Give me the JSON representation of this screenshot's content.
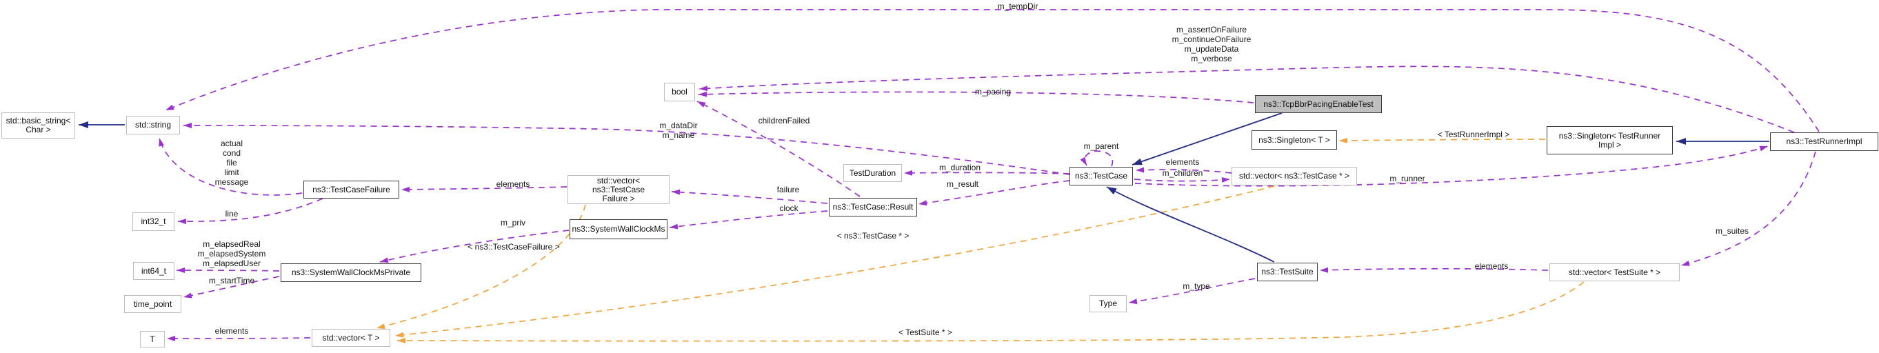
{
  "diagram": {
    "kind": "doxygen-collaboration-graph",
    "highlighted_class": "ns3::TcpBbrPacingEnableTest"
  },
  "colors": {
    "member_edge": "#9a32cd",
    "template_edge": "#efa43d",
    "inheritance_edge": "#252d87",
    "current_node_fill": "#bfbfbf",
    "node_border_documented": "#3d3d3d",
    "node_border_external": "#bcbcbc"
  },
  "nodes": {
    "basic_string": {
      "label": "std::basic_string<\nChar >"
    },
    "std_string": {
      "label": "std::string"
    },
    "bool": {
      "label": "bool"
    },
    "tcpbbr": {
      "label": "ns3::TcpBbrPacingEnableTest"
    },
    "singleton_t": {
      "label": "ns3::Singleton< T >"
    },
    "singleton_tri": {
      "label": "ns3::Singleton< TestRunner\nImpl >"
    },
    "testrunnerimpl": {
      "label": "ns3::TestRunnerImpl"
    },
    "testduration": {
      "label": "TestDuration"
    },
    "testcase": {
      "label": "ns3::TestCase"
    },
    "vector_tc": {
      "label": "std::vector< ns3::TestCase * >"
    },
    "testcasefailure": {
      "label": "ns3::TestCaseFailure"
    },
    "vector_tcf": {
      "label": "std::vector< ns3::TestCase\nFailure >"
    },
    "result": {
      "label": "ns3::TestCase::Result"
    },
    "swcm": {
      "label": "ns3::SystemWallClockMs"
    },
    "int32": {
      "label": "int32_t"
    },
    "int64": {
      "label": "int64_t"
    },
    "swcmp": {
      "label": "ns3::SystemWallClockMsPrivate"
    },
    "time_point": {
      "label": "time_point"
    },
    "t": {
      "label": "T"
    },
    "vector_t": {
      "label": "std::vector< T >"
    },
    "type": {
      "label": "Type"
    },
    "testsuite": {
      "label": "ns3::TestSuite"
    },
    "vector_ts": {
      "label": "std::vector< TestSuite * >"
    }
  },
  "edge_labels": {
    "m_tempDir": "m_tempDir",
    "runner_flags": "m_assertOnFailure\nm_continueOnFailure\nm_updateData\nm_verbose",
    "m_pacing": "m_pacing",
    "childrenFailed": "childrenFailed",
    "m_dataDir_m_name": "m_dataDir\nm_name",
    "failure_fields": "actual\ncond\nfile\nlimit\nmessage",
    "line": "line",
    "elements_tcf": "elements",
    "failure": "failure",
    "clock": "clock",
    "m_duration": "m_duration",
    "m_result": "m_result",
    "m_parent": "m_parent",
    "elements_tc": "elements",
    "m_children": "m_children",
    "m_runner": "m_runner",
    "m_priv": "m_priv",
    "tmpl_tcf": "< ns3::TestCaseFailure >",
    "elapsed_fields": "m_elapsedReal\nm_elapsedSystem\nm_elapsedUser",
    "m_startTime": "m_startTime",
    "elements_t": "elements",
    "tmpl_tc": "< ns3::TestCase * >",
    "m_type": "m_type",
    "elements_ts": "elements",
    "m_suites": "m_suites",
    "tmpl_ts": "< TestSuite * >",
    "tmpl_tri": "< TestRunnerImpl >"
  }
}
